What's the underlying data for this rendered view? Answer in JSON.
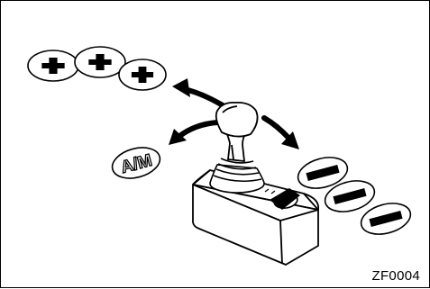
{
  "figure": {
    "mode_label": "A/M",
    "reference_code": "ZF0004",
    "plus_symbols": [
      "plus-icon",
      "plus-icon",
      "plus-icon"
    ],
    "minus_symbols": [
      "minus-icon",
      "minus-icon",
      "minus-icon"
    ],
    "arrows": [
      "arrow-up-left",
      "arrow-left",
      "arrow-down-right"
    ],
    "line_color": "#000000",
    "background": "#ffffff"
  }
}
